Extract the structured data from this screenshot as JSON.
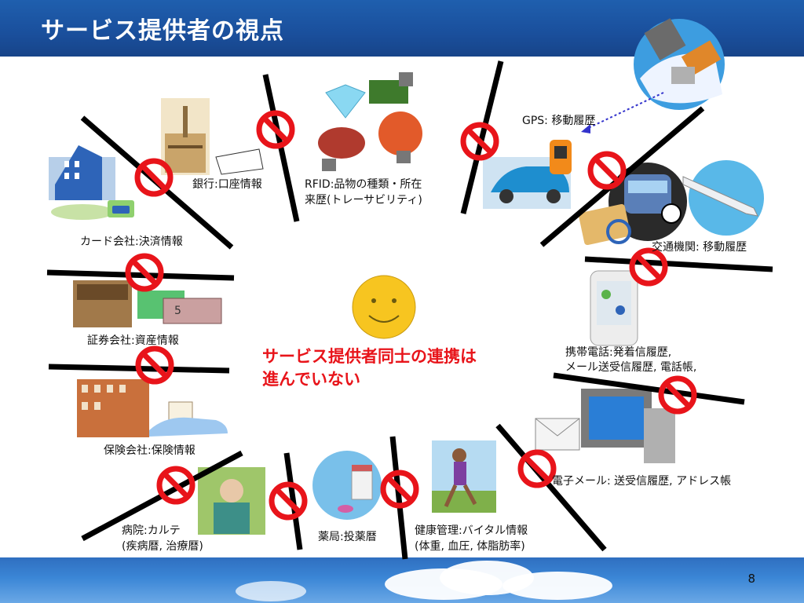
{
  "slide": {
    "title": "サービス提供者の視点",
    "page_number": "8",
    "message_line1": "サービス提供者同士の連携は",
    "message_line2": "進んでいない"
  },
  "providers": {
    "bank": "銀行:口座情報",
    "rfid_line1": "RFID:品物の種類・所在",
    "rfid_line2": "来歴(トレーサビリティ)",
    "gps": "GPS: 移動履歴",
    "card": "カード会社:決済情報",
    "transport": "交通機関: 移動履歴",
    "securities": "証券会社:資産情報",
    "mobile_line1": "携帯電話:発着信履歴,",
    "mobile_line2": "メール送受信履歴, 電話帳,",
    "insurance": "保険会社:保険情報",
    "email": "電子メール: 送受信履歴, アドレス帳",
    "hospital_line1": "病院:カルテ",
    "hospital_line2": "(疾病暦, 治療暦)",
    "pharmacy": "薬局:投薬暦",
    "health_line1": "健康管理:バイタル情報",
    "health_line2": "(体重, 血圧, 体脂肪率)"
  },
  "icons": [
    "satellite-icon",
    "car-icon",
    "train-icon",
    "airplane-icon",
    "gem-icon",
    "building-icon",
    "credit-card-icon",
    "money-icon",
    "computer-icon",
    "envelope-icon",
    "mobile-phone-icon",
    "medicine-icon",
    "runner-icon",
    "smiley-face-icon",
    "no-entry-icon"
  ],
  "colors": {
    "title_bar": "#1a4f9c",
    "prohibit": "#e8141a",
    "message": "#e8141a",
    "face": "#f7c520"
  }
}
